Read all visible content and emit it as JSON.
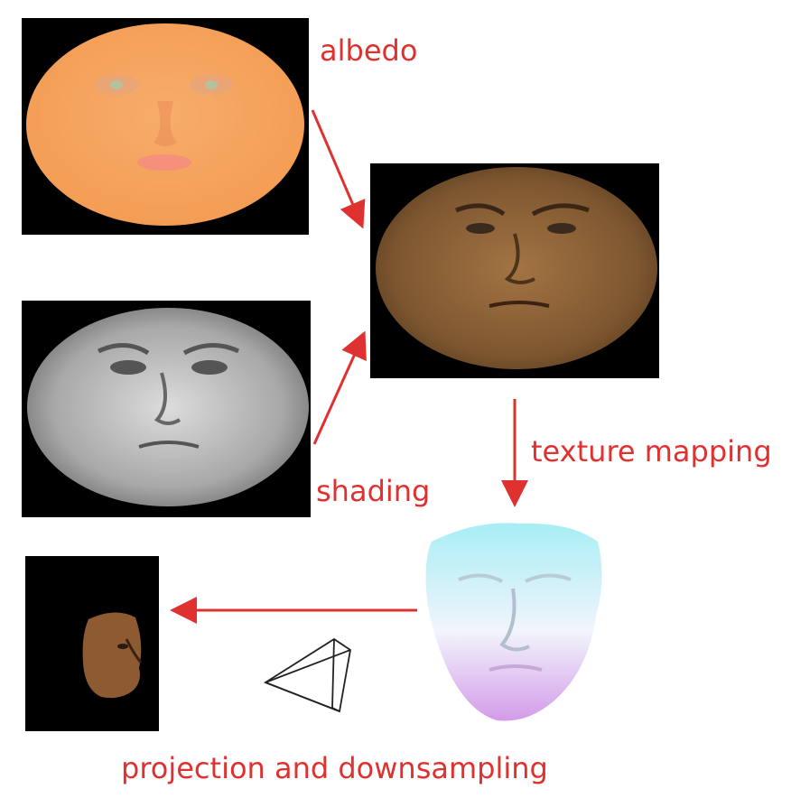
{
  "labels": {
    "albedo": "albedo",
    "shading": "shading",
    "texture_mapping": "texture mapping",
    "projection": "projection and downsampling"
  },
  "colors": {
    "accent": "#e03131",
    "background": "#000000",
    "albedo_skin": "#f4a55c",
    "textured_skin": "#8a6035",
    "mesh_top": "#9fe8f2",
    "mesh_bottom": "#cf95e8"
  },
  "images": {
    "albedo": "albedo-face-map",
    "shading": "shading-face-map",
    "textured": "textured-face",
    "mesh": "3d-face-mesh",
    "rendered": "rendered-face-side-view"
  }
}
